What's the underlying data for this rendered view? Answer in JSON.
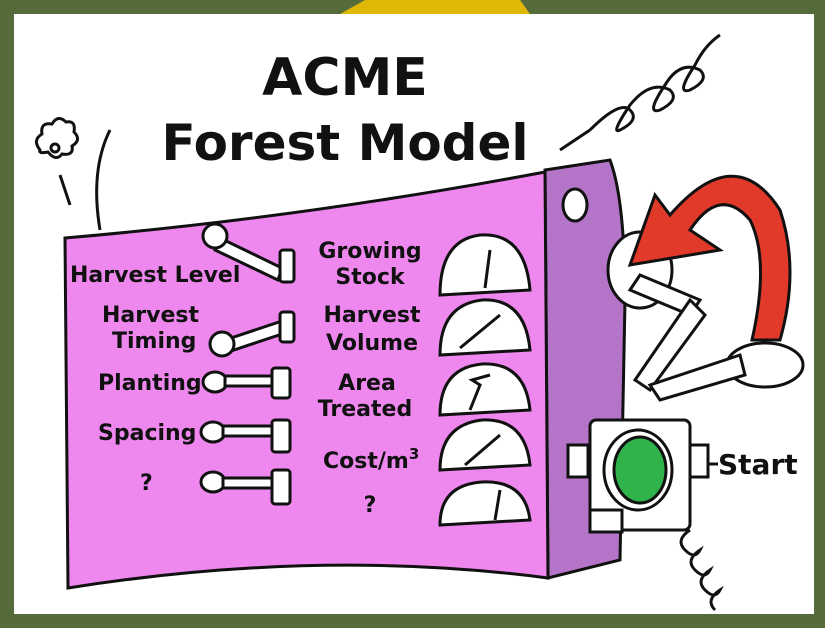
{
  "title": {
    "line1": "ACME",
    "line2": "Forest Model"
  },
  "controls": [
    {
      "label": "Harvest Level"
    },
    {
      "label_line1": "Harvest",
      "label_line2": "Timing"
    },
    {
      "label": "Planting"
    },
    {
      "label": "Spacing"
    },
    {
      "label": "?"
    }
  ],
  "gauges": [
    {
      "label_line1": "Growing",
      "label_line2": "Stock"
    },
    {
      "label_line1": "Harvest",
      "label_line2": "Volume"
    },
    {
      "label_line1": "Area",
      "label_line2": "Treated"
    },
    {
      "label": "Cost/m",
      "superscript": "3"
    },
    {
      "label": "?"
    }
  ],
  "start": {
    "label": "Start"
  },
  "colors": {
    "background": "#556b3a",
    "panel_front": "#ee88ee",
    "panel_side": "#b474c8",
    "start_button": "#2fb34a",
    "arrow": "#e23a2a",
    "title_hint": "#f0c000"
  },
  "icons": [
    "flower-icon",
    "spring-icon",
    "crank-arrow-icon",
    "start-button-icon"
  ]
}
